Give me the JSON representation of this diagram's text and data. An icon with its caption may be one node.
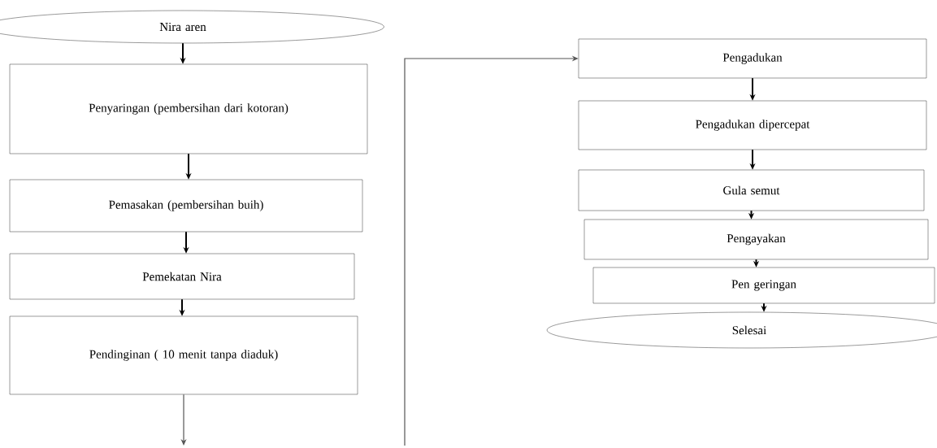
{
  "diagram": {
    "nodes": [
      {
        "text": [
          "Nira aren"
        ]
      },
      {
        "text": [
          "Penyaringan (pembersihan dari kotoran)"
        ]
      },
      {
        "text": [
          "Pemasakan (pembersihan buih)"
        ]
      },
      {
        "text": [
          "Pemekatan Nira"
        ]
      },
      {
        "text": [
          "Pendinginan ( 10 menit tanpa diaduk)"
        ]
      },
      {
        "text": [
          "Pengadukan"
        ]
      },
      {
        "text": [
          "Pengadukan dipercepat"
        ]
      },
      {
        "text": [
          "Gula semut"
        ]
      },
      {
        "text": [
          "Pengayakan"
        ]
      },
      {
        "text": [
          "Pen geringan"
        ]
      },
      {
        "text": [
          "Selesai"
        ]
      }
    ],
    "edges": [
      {
        "from": 0,
        "to": 1,
        "arrow": "to"
      },
      {
        "from": 1,
        "to": 2,
        "arrow": "to"
      },
      {
        "from": 2,
        "to": 3,
        "arrow": "to"
      },
      {
        "from": 3,
        "to": 4,
        "arrow": "to"
      },
      {
        "from": 4,
        "to": null,
        "arrow": "to",
        "color": "#555555"
      },
      {
        "from": null,
        "to": 5,
        "arrow": "to",
        "color": "#555555"
      },
      {
        "from": 5,
        "to": 6,
        "arrow": "to"
      },
      {
        "from": 6,
        "to": 7,
        "arrow": "to"
      },
      {
        "from": 7,
        "to": 8,
        "arrow": "to"
      },
      {
        "from": 8,
        "to": 9,
        "arrow": "to"
      },
      {
        "from": 9,
        "to": 10,
        "arrow": "to"
      }
    ]
  }
}
